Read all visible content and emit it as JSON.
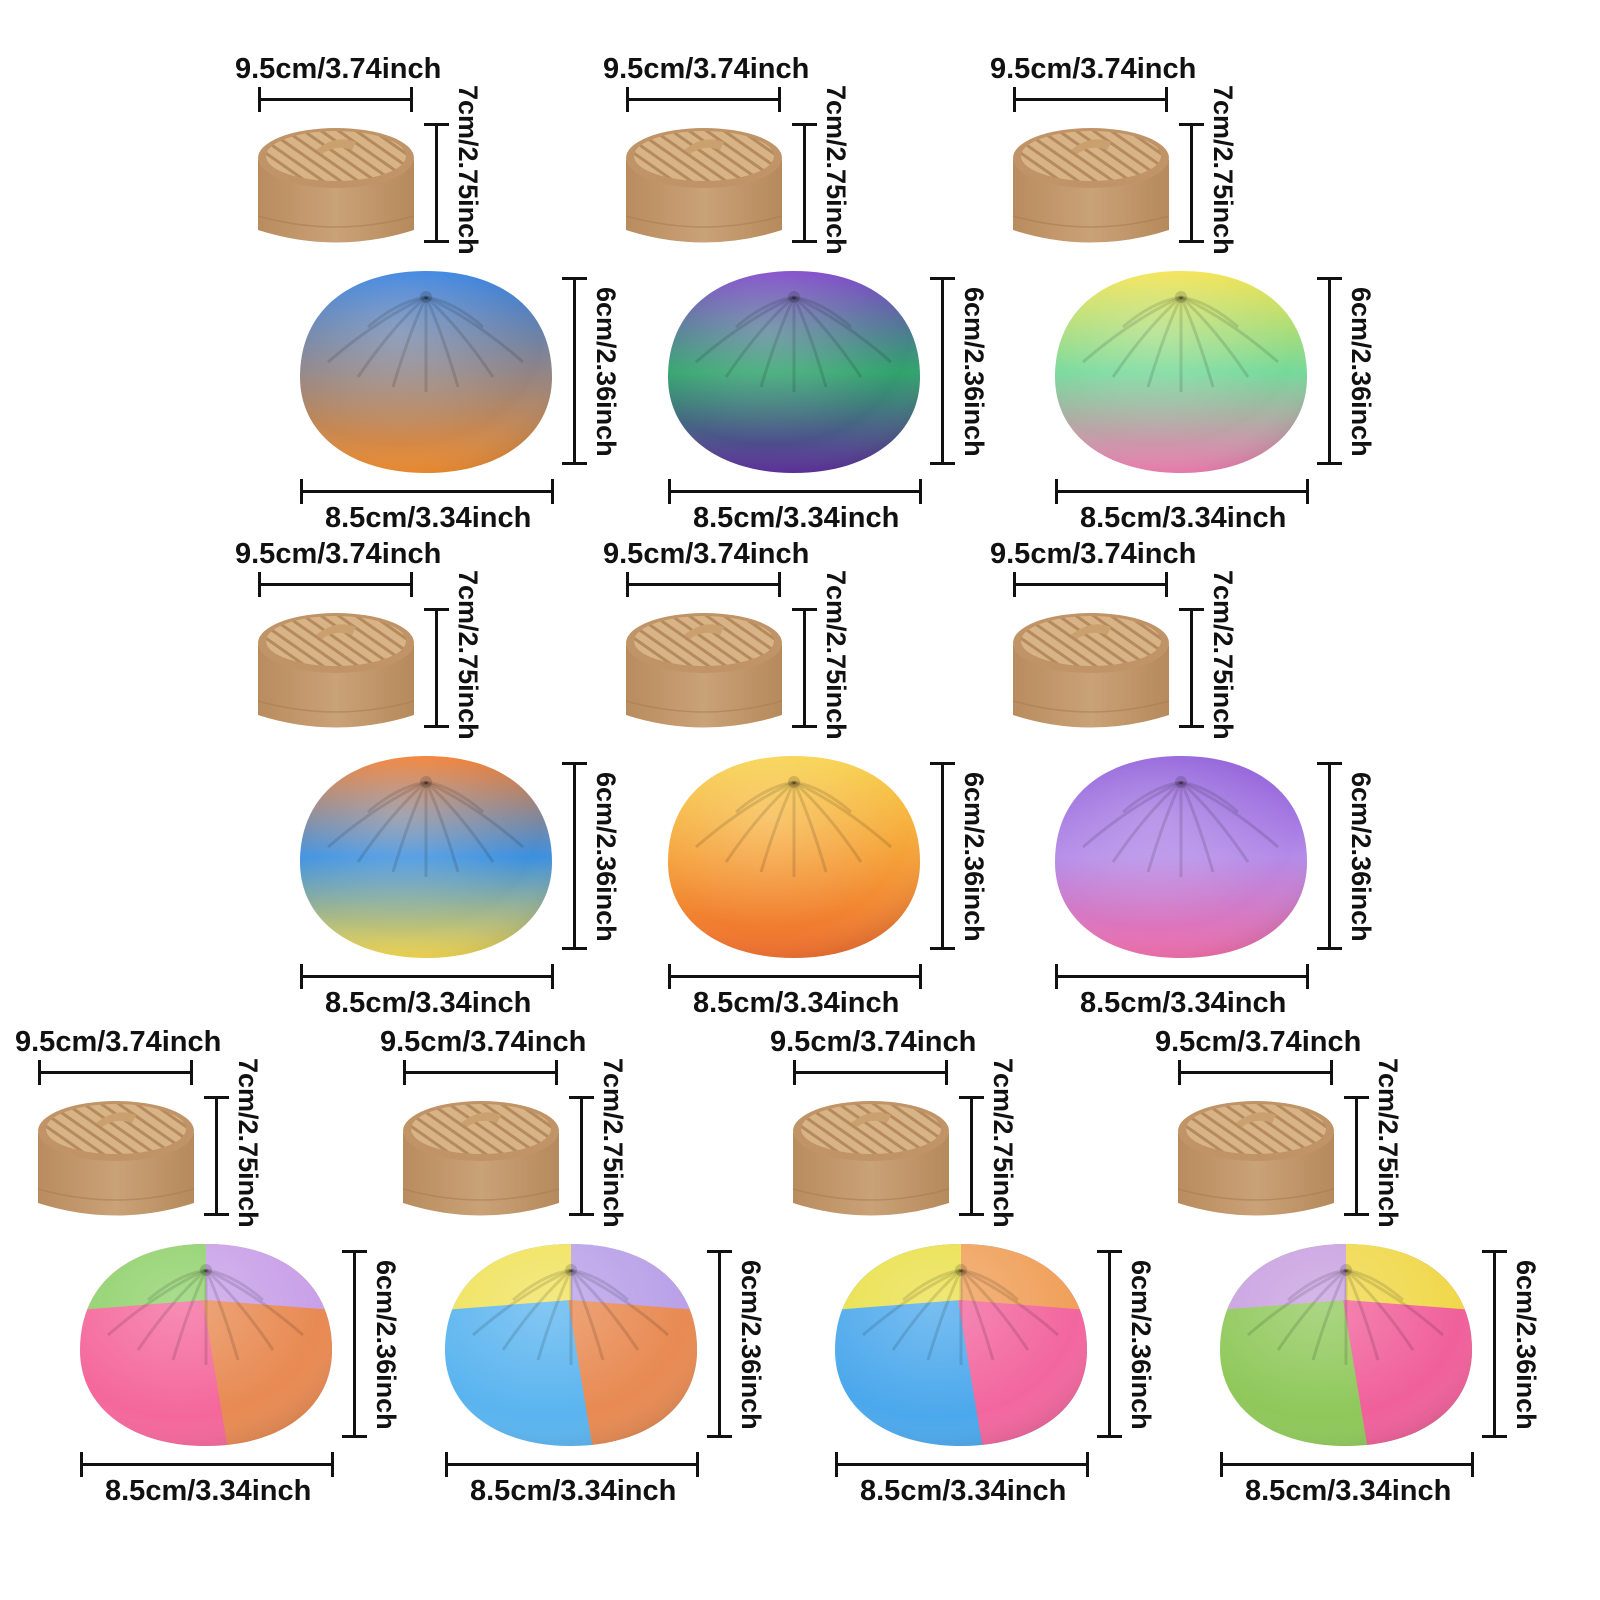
{
  "product": {
    "items": [
      {
        "steamer_width": "9.5cm/3.74inch",
        "steamer_height": "7cm/2.75inch",
        "bun_height": "6cm/2.36inch",
        "bun_width": "8.5cm/3.34inch",
        "bun_colors": [
          "#2f7de0",
          "#f08a2a"
        ],
        "style": "gradient"
      },
      {
        "steamer_width": "9.5cm/3.74inch",
        "steamer_height": "7cm/2.75inch",
        "bun_height": "6cm/2.36inch",
        "bun_width": "8.5cm/3.34inch",
        "bun_colors": [
          "#7a3fc8",
          "#2fa36b",
          "#5a2a9a"
        ],
        "style": "gradient"
      },
      {
        "steamer_width": "9.5cm/3.74inch",
        "steamer_height": "7cm/2.75inch",
        "bun_height": "6cm/2.36inch",
        "bun_width": "8.5cm/3.34inch",
        "bun_colors": [
          "#f4e24a",
          "#74d99a",
          "#f07bb0"
        ],
        "style": "gradient"
      },
      {
        "steamer_width": "9.5cm/3.74inch",
        "steamer_height": "7cm/2.75inch",
        "bun_height": "6cm/2.36inch",
        "bun_width": "8.5cm/3.34inch",
        "bun_colors": [
          "#f27a2a",
          "#3a8fe0",
          "#f4d64a"
        ],
        "style": "gradient"
      },
      {
        "steamer_width": "9.5cm/3.74inch",
        "steamer_height": "7cm/2.75inch",
        "bun_height": "6cm/2.36inch",
        "bun_width": "8.5cm/3.34inch",
        "bun_colors": [
          "#f7d24a",
          "#f5a038",
          "#ee6b2a"
        ],
        "style": "gradient"
      },
      {
        "steamer_width": "9.5cm/3.74inch",
        "steamer_height": "7cm/2.75inch",
        "bun_height": "6cm/2.36inch",
        "bun_width": "8.5cm/3.34inch",
        "bun_colors": [
          "#8c5ad8",
          "#b38ae8",
          "#f06aa8"
        ],
        "style": "gradient"
      },
      {
        "steamer_width": "9.5cm/3.74inch",
        "steamer_height": "7cm/2.75inch",
        "bun_height": "6cm/2.36inch",
        "bun_width": "8.5cm/3.34inch",
        "bun_colors": [
          "#f4679a",
          "#e88a52",
          "#c8a0e8",
          "#8fd16a"
        ],
        "style": "segments"
      },
      {
        "steamer_width": "9.5cm/3.74inch",
        "steamer_height": "7cm/2.75inch",
        "bun_height": "6cm/2.36inch",
        "bun_width": "8.5cm/3.34inch",
        "bun_colors": [
          "#5ab4ef",
          "#e88a52",
          "#b9a0e8",
          "#f0e25a"
        ],
        "style": "segments"
      },
      {
        "steamer_width": "9.5cm/3.74inch",
        "steamer_height": "7cm/2.75inch",
        "bun_height": "6cm/2.36inch",
        "bun_width": "8.5cm/3.34inch",
        "bun_colors": [
          "#4ba8ec",
          "#f2669e",
          "#f0a05a",
          "#eae04a"
        ],
        "style": "segments"
      },
      {
        "steamer_width": "9.5cm/3.74inch",
        "steamer_height": "7cm/2.75inch",
        "bun_height": "6cm/2.36inch",
        "bun_width": "8.5cm/3.34inch",
        "bun_colors": [
          "#8fc85a",
          "#f0609a",
          "#f0d84a",
          "#c8a0e0"
        ],
        "style": "segments"
      }
    ],
    "steamer_colors": {
      "body": "#caa277",
      "lid": "#d8b386",
      "weave": "#b58a5c"
    }
  }
}
